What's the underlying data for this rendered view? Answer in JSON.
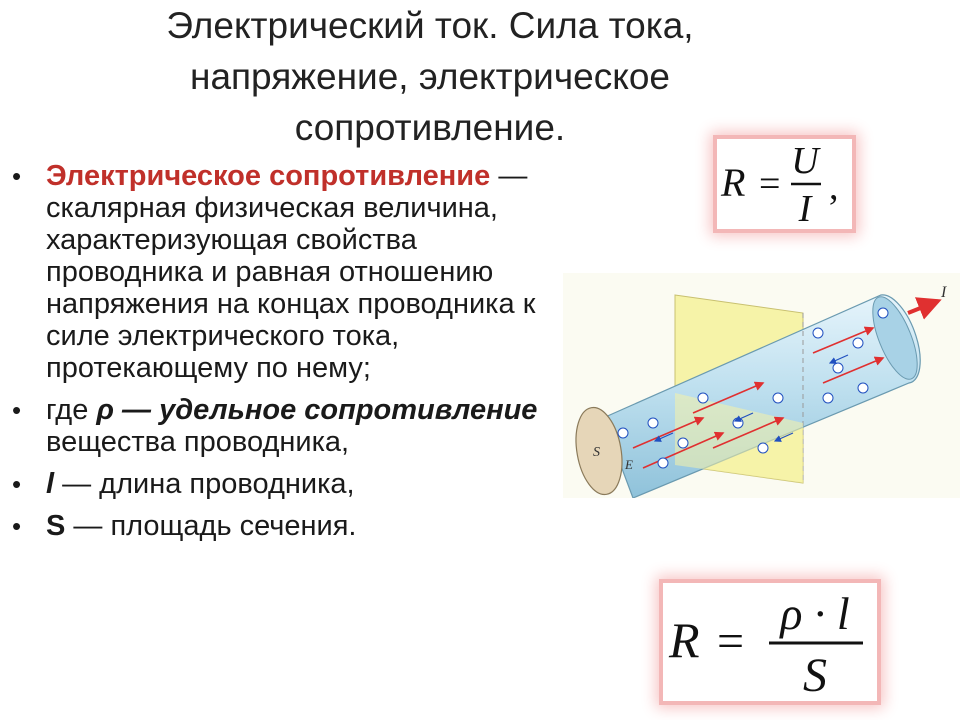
{
  "title": {
    "lines": [
      "Электрический ток. Сила тока,",
      "напряжение, электрическое",
      "сопротивление."
    ]
  },
  "bullets": [
    {
      "term": "Электрическое сопротивление",
      "text": " — скалярная физическая величина, характеризующая свойства проводника и равная отношению напряжения на концах проводника к силе электрического тока, протекающему по нему;"
    },
    {
      "prefix": "где ",
      "symbol": "ρ",
      "term": " — удельное сопротивление",
      "text": " вещества проводника,"
    },
    {
      "symbol": "l",
      "text": " — длина проводника,"
    },
    {
      "symbol": "S",
      "text": " — площадь сечения."
    }
  ],
  "formula_top": {
    "lhs": "R",
    "eq": "=",
    "numerator": "U",
    "denominator": "I",
    "trail": ","
  },
  "formula_bottom": {
    "lhs": "R",
    "eq": "=",
    "numerator": "ρ · l",
    "denominator": "S"
  },
  "diagram": {
    "current_label": "I",
    "section_label": "S",
    "field_label": "E"
  },
  "colors": {
    "term": "#c0302a",
    "conductor": "#bfe0ef",
    "plane": "#f6f3a8",
    "arrows": "#e03030",
    "electrons": "#2050c0"
  },
  "icons": [
    "bullet-dot"
  ]
}
